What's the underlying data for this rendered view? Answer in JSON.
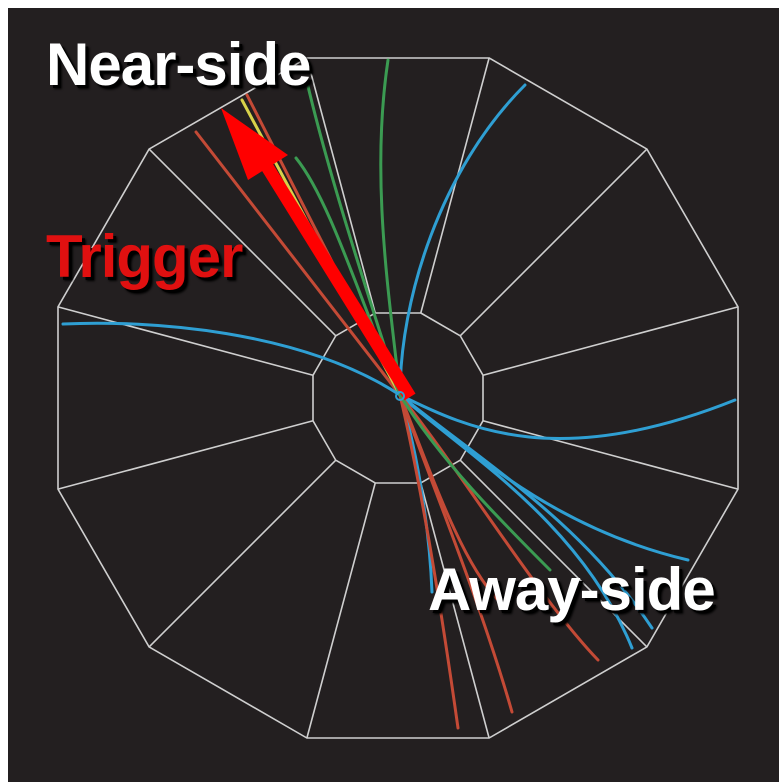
{
  "labels": {
    "near_side": "Near-side",
    "trigger": "Trigger",
    "away_side": "Away-side"
  },
  "colors": {
    "background": "#231f20",
    "detector": "#cfcfcf",
    "trigger_arrow": "#ff0000",
    "label_white": "#ffffff",
    "label_red": "#e01010",
    "track_blue": "#2f9fd3",
    "track_red": "#c44a36",
    "track_green": "#3b9b52",
    "track_yellow": "#d8d24a"
  },
  "detector": {
    "sides": 12
  },
  "tracks": [
    {
      "name": "near-red-track-1",
      "color": "red"
    },
    {
      "name": "near-red-track-2",
      "color": "red"
    },
    {
      "name": "near-yellow-track",
      "color": "yellow"
    },
    {
      "name": "near-green-track-1",
      "color": "green"
    },
    {
      "name": "near-green-track-2",
      "color": "green"
    },
    {
      "name": "near-green-track-3",
      "color": "green"
    },
    {
      "name": "near-blue-track-1",
      "color": "blue"
    },
    {
      "name": "near-blue-track-2",
      "color": "blue"
    },
    {
      "name": "away-blue-track-1",
      "color": "blue"
    },
    {
      "name": "away-blue-track-2",
      "color": "blue"
    },
    {
      "name": "away-blue-track-3",
      "color": "blue"
    },
    {
      "name": "away-blue-track-4",
      "color": "blue"
    },
    {
      "name": "away-blue-track-5",
      "color": "blue"
    },
    {
      "name": "away-red-track-1",
      "color": "red"
    },
    {
      "name": "away-red-track-2",
      "color": "red"
    },
    {
      "name": "away-red-track-3",
      "color": "red"
    },
    {
      "name": "away-red-track-4",
      "color": "red"
    },
    {
      "name": "away-green-track",
      "color": "green"
    }
  ]
}
